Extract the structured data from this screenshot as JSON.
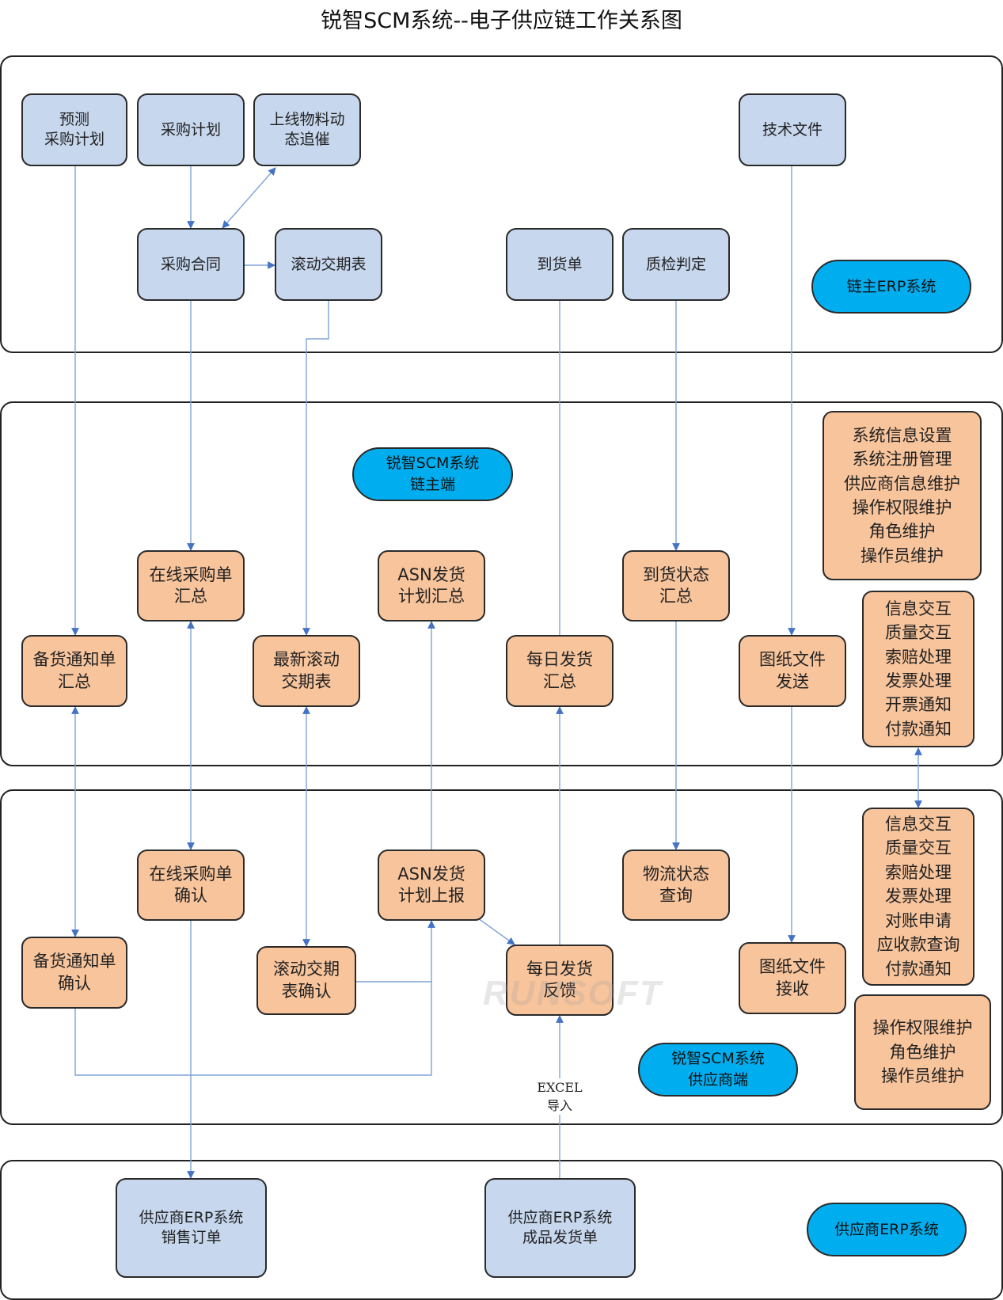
{
  "title": "锐智SCM系统--电子供应链工作关系图",
  "watermark": "RUNSOFT",
  "colors": {
    "blue_box": "#c7d7ee",
    "orange_box": "#f8c49c",
    "pill": "#00aef0",
    "arrow": "#4472c4"
  },
  "zones": {
    "chain_erp": {
      "label": "链主ERP系统",
      "forecast": "预测\n采购计划",
      "purchase_plan": "采购计划",
      "material_tracking": "上线物料动\n态追催",
      "tech_docs": "技术文件",
      "purchase_contract": "采购合同",
      "rolling_schedule": "滚动交期表",
      "arrival_note": "到货单",
      "qc_decision": "质检判定"
    },
    "scm_owner": {
      "label": "锐智SCM系统\n链主端",
      "admin_functions": "系统信息设置\n系统注册管理\n供应商信息维护\n操作权限维护\n角色维护\n操作员维护",
      "interaction_functions": "信息交互\n质量交互\n索赔处理\n发票处理\n开票通知\n付款通知",
      "online_po_summary": "在线采购单\n汇总",
      "asn_summary": "ASN发货\n计划汇总",
      "arrival_status_summary": "到货状态\n汇总",
      "stock_notice_summary": "备货通知单\n汇总",
      "latest_rolling": "最新滚动\n交期表",
      "daily_shipping_summary": "每日发货\n汇总",
      "drawing_send": "图纸文件\n发送"
    },
    "scm_supplier": {
      "label": "锐智SCM系统\n供应商端",
      "interaction_functions": "信息交互\n质量交互\n索赔处理\n发票处理\n对账申请\n应收款查询\n付款通知",
      "admin_functions": "操作权限维护\n角色维护\n操作员维护",
      "online_po_confirm": "在线采购单\n确认",
      "asn_report": "ASN发货\n计划上报",
      "logistics_query": "物流状态\n查询",
      "stock_notice_confirm": "备货通知单\n确认",
      "rolling_confirm": "滚动交期\n表确认",
      "daily_shipping_feedback": "每日发货\n反馈",
      "drawing_receive": "图纸文件\n接收",
      "excel_import": "EXCEL\n导入"
    },
    "supplier_erp": {
      "label": "供应商ERP系统",
      "sales_order": "供应商ERP系统\n销售订单",
      "shipping_note": "供应商ERP系统\n成品发货单"
    }
  }
}
